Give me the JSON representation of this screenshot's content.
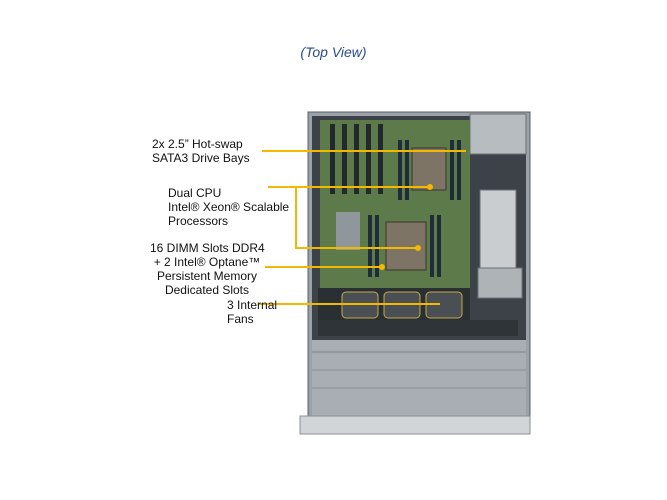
{
  "title": "(Top View)",
  "callouts": {
    "drive_bays": [
      "2x 2.5” Hot-swap",
      "SATA3 Drive Bays"
    ],
    "cpu": [
      "Dual CPU",
      "Intel® Xeon® Scalable",
      "Processors"
    ],
    "dimm": [
      "16 DIMM Slots DDR4",
      "+ 2 Intel® Optane™",
      "Persistent Memory",
      "Dedicated Slots"
    ],
    "fans": [
      "3 Internal",
      "Fans"
    ]
  },
  "colors": {
    "callout_line": "#f5b800",
    "title": "#2e4a8a",
    "chassis": "#8e959b",
    "motherboard": "#5d7a4a"
  }
}
